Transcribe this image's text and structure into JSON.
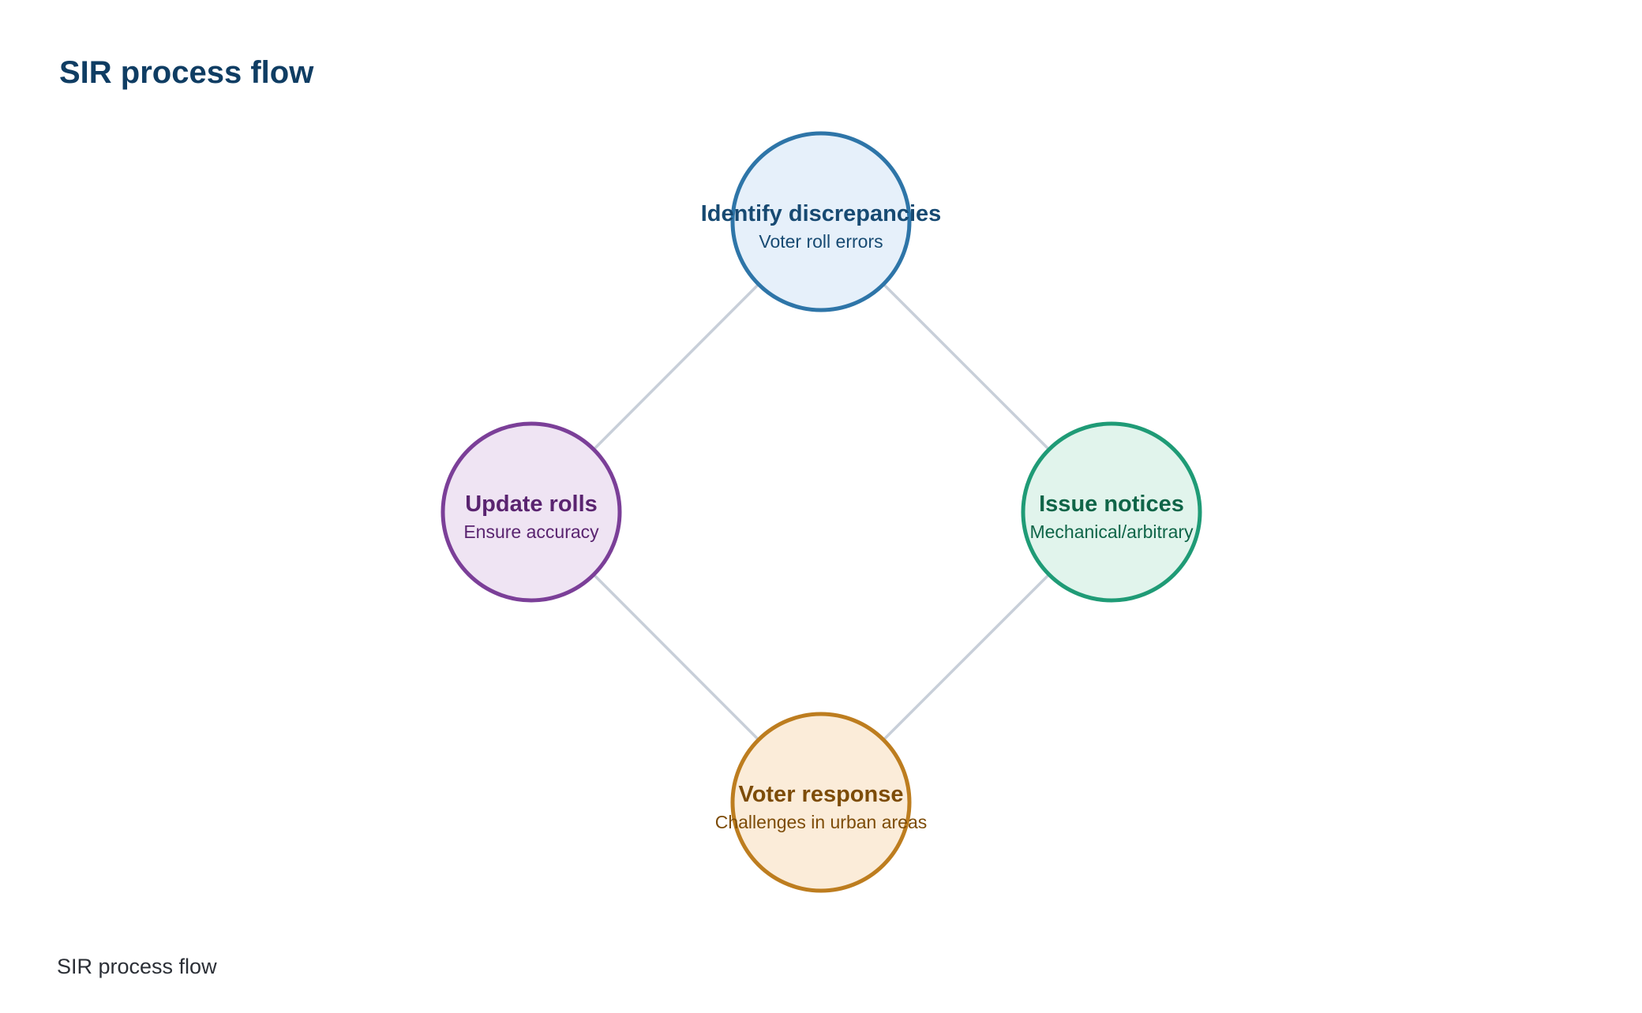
{
  "title": "SIR process flow",
  "caption": "SIR process flow",
  "nodes": [
    {
      "id": "identify",
      "title": "Identify discrepancies",
      "subtitle": "Voter roll errors",
      "fill": "#e6f0fa",
      "stroke": "#2e75a8",
      "text_color": "#174a72"
    },
    {
      "id": "issue",
      "title": "Issue notices",
      "subtitle": "Mechanical/arbitrary",
      "fill": "#e1f4ec",
      "stroke": "#1f9b76",
      "text_color": "#0f6548"
    },
    {
      "id": "voter",
      "title": "Voter response",
      "subtitle": "Challenges in urban areas",
      "fill": "#fbecd9",
      "stroke": "#bd7d1f",
      "text_color": "#7d4c08"
    },
    {
      "id": "update",
      "title": "Update rolls",
      "subtitle": "Ensure accuracy",
      "fill": "#efe4f3",
      "stroke": "#7b3f98",
      "text_color": "#5a2470"
    }
  ],
  "edges": [
    {
      "from": "identify",
      "to": "issue"
    },
    {
      "from": "issue",
      "to": "voter"
    },
    {
      "from": "voter",
      "to": "update"
    },
    {
      "from": "update",
      "to": "identify"
    }
  ],
  "edge_color": "#c8cfd9"
}
